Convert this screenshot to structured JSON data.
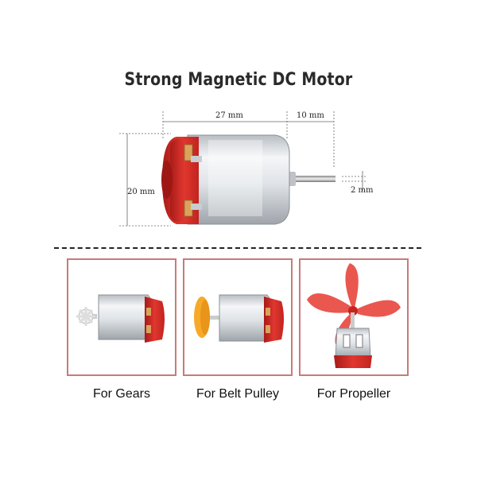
{
  "title": "Strong Magnetic DC Motor",
  "dimensions": {
    "length": "27 mm",
    "shaft_length": "10 mm",
    "height": "20 mm",
    "shaft_diameter": "2 mm"
  },
  "uses": [
    {
      "label": "For Gears"
    },
    {
      "label": "For Belt Pulley"
    },
    {
      "label": "For Propeller"
    }
  ],
  "colors": {
    "motor_red": "#d8312b",
    "body_silver": "#d9dde1",
    "pulley_orange": "#f7a928",
    "panel_border": "#c97a7a"
  }
}
